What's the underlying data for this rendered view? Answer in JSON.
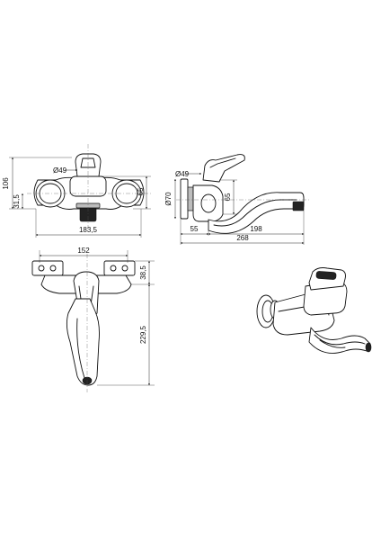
{
  "front_view": {
    "dim_total_height": "106",
    "dim_offset": "31,5",
    "dim_handle_diameter": "Ø49",
    "dim_height_65": "65",
    "dim_width": "183,5"
  },
  "side_view": {
    "dim_handle_diameter": "Ø49",
    "dim_rosette_diameter": "Ø70",
    "dim_height_65": "65",
    "dim_55": "55",
    "dim_198": "198",
    "dim_268": "268"
  },
  "top_view": {
    "dim_width": "152",
    "dim_38_5": "38,5",
    "dim_229_5": "229,5"
  },
  "iso_view": {}
}
